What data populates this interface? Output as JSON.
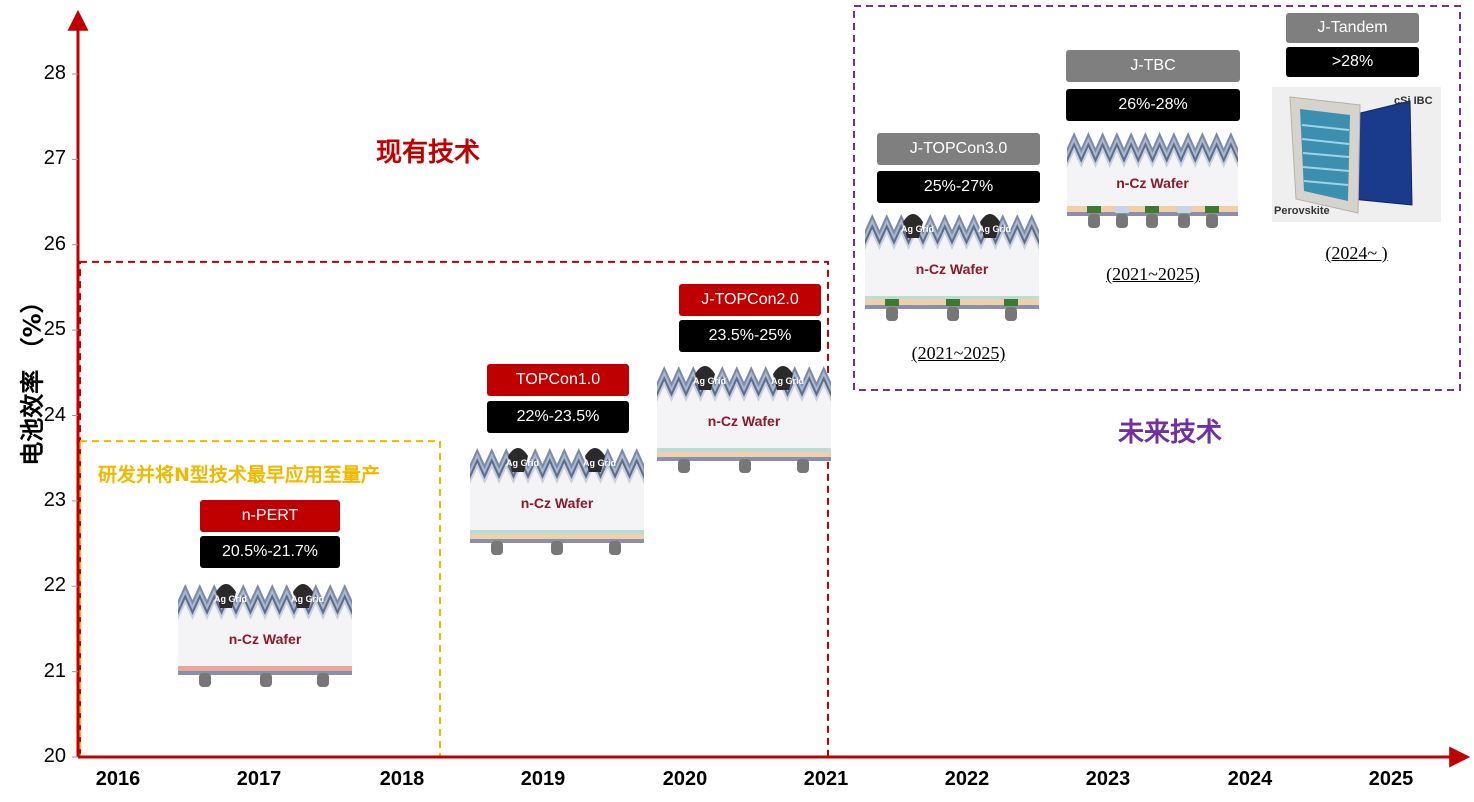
{
  "chart_data": {
    "type": "timeline",
    "ylabel": "电池效率 （%）",
    "x_ticks": [
      "2016",
      "2017",
      "2018",
      "2019",
      "2020",
      "2021",
      "2022",
      "2023",
      "2024",
      "2025"
    ],
    "y_ticks": [
      20,
      21,
      22,
      23,
      24,
      25,
      26,
      27,
      28
    ],
    "ylim": [
      20,
      28.7
    ],
    "xlim": [
      2016,
      2025
    ],
    "regions": [
      {
        "label": "现有技术",
        "color": "#c00000",
        "x_range": [
          2016,
          2021
        ],
        "y_range": [
          20,
          25.8
        ]
      },
      {
        "label": "未来技术",
        "color": "#7030a0",
        "x_range": [
          2021.2,
          2025.9
        ],
        "y_range": [
          24.3,
          28.8
        ]
      },
      {
        "label": "研发并将N型技术最早应用至量产",
        "color": "#f2b800",
        "x_range": [
          2016,
          2018.3
        ],
        "y_range": [
          20,
          23.7
        ]
      }
    ],
    "technologies": [
      {
        "name": "n-PERT",
        "efficiency": "20.5%-21.7%",
        "period": "",
        "style": "red",
        "wafer_label": "n-Cz Wafer",
        "grid_label": "Ag Grid"
      },
      {
        "name": "TOPCon1.0",
        "efficiency": "22%-23.5%",
        "period": "",
        "style": "red",
        "wafer_label": "n-Cz Wafer",
        "grid_label": "Ag Grid"
      },
      {
        "name": "J-TOPCon2.0",
        "efficiency": "23.5%-25%",
        "period": "",
        "style": "red",
        "wafer_label": "n-Cz Wafer",
        "grid_label": "Ag Grid"
      },
      {
        "name": "J-TOPCon3.0",
        "efficiency": "25%-27%",
        "period": "(2021~2025)",
        "style": "gray",
        "wafer_label": "n-Cz Wafer",
        "grid_label": "Ag Grid"
      },
      {
        "name": "J-TBC",
        "efficiency": "26%-28%",
        "period": "(2021~2025)",
        "style": "gray",
        "wafer_label": "n-Cz Wafer",
        "grid_label": ""
      },
      {
        "name": "J-Tandem",
        "efficiency": ">28%",
        "period": "(2024~ )",
        "style": "gray",
        "photo_labels": [
          "cSi IBC",
          "Perovskite"
        ]
      }
    ]
  },
  "colors": {
    "axis": "#c00000",
    "current_region": "#c00000",
    "future_region": "#7030a0",
    "note_region": "#f2b800",
    "name_red": "#c00000",
    "name_gray": "#7f7f7f",
    "wafer_text": "#8b1a2b"
  }
}
